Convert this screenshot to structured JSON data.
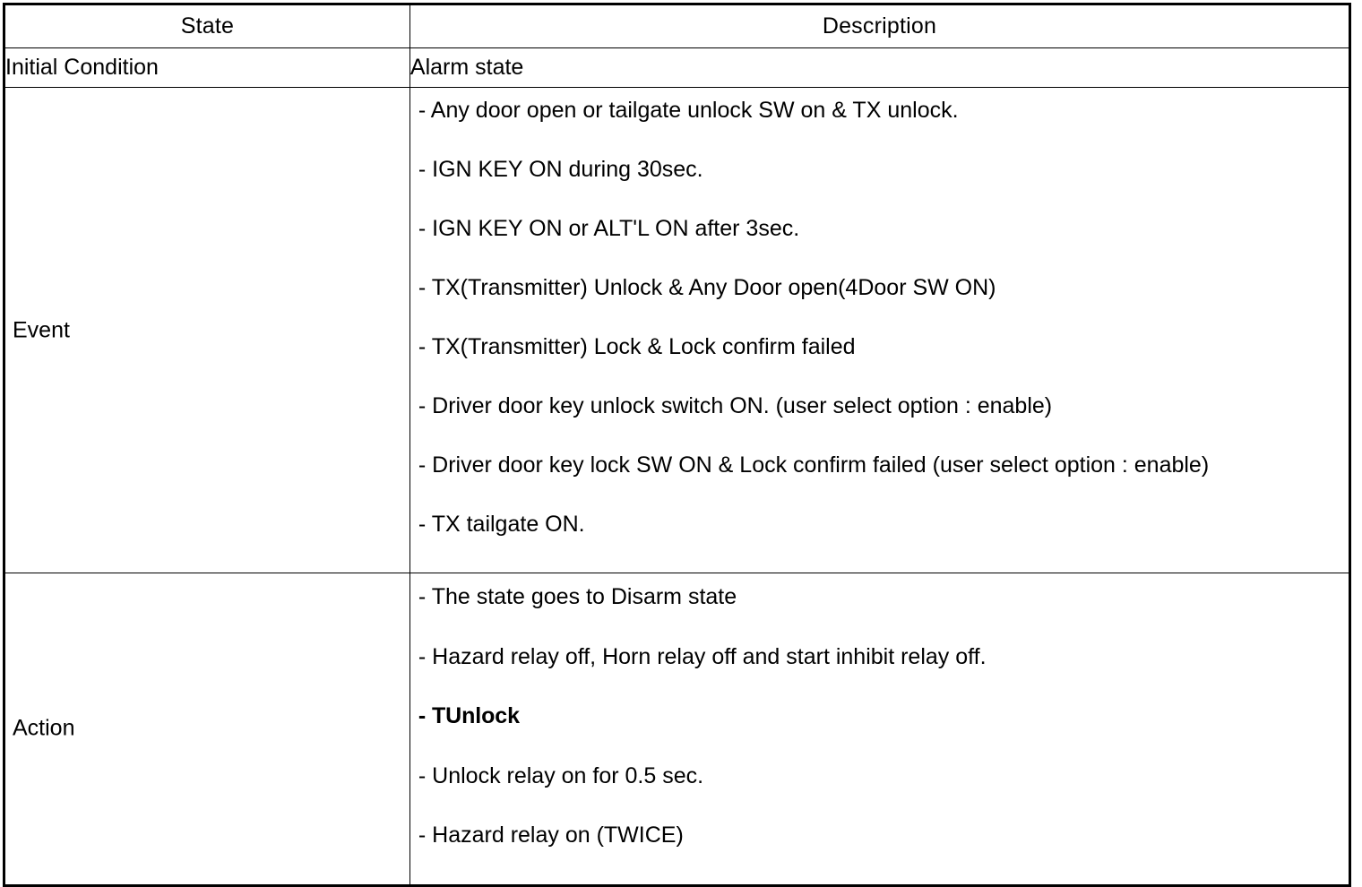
{
  "table": {
    "headers": {
      "state": "State",
      "description": "Description"
    },
    "rows": [
      {
        "label": "Initial Condition",
        "value": "Alarm state"
      },
      {
        "label": "Event",
        "items": [
          "-  Any door open or tailgate unlock SW on & TX unlock.",
          "-  IGN KEY ON during 30sec.",
          "-  IGN KEY ON or ALT'L ON after 3sec.",
          "-  TX(Transmitter) Unlock & Any Door open(4Door SW ON)",
          "-  TX(Transmitter) Lock & Lock confirm failed",
          "-  Driver door key unlock switch ON. (user select option : enable)",
          "-  Driver door key lock SW ON & Lock confirm failed (user select option : enable)",
          "-  TX tailgate ON."
        ]
      },
      {
        "label": "Action",
        "items": [
          "-  The state goes to Disarm state",
          "-  Hazard relay off, Horn relay off and start inhibit relay off.",
          "-  TUnlock",
          "-  Unlock relay on for 0.5 sec.",
          "-  Hazard relay on (TWICE)"
        ]
      }
    ]
  },
  "colors": {
    "border": "#000000",
    "text": "#000000",
    "background": "#ffffff"
  }
}
